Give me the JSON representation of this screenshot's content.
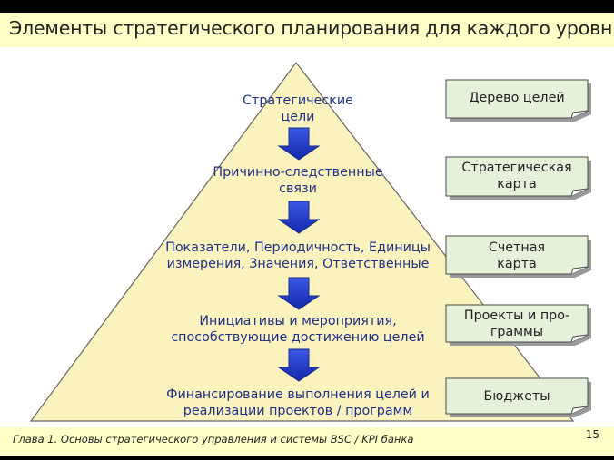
{
  "title": "Элементы стратегического планирования для каждого уровня",
  "levels": [
    {
      "line1": "Стратегические",
      "line2": "цели"
    },
    {
      "line1": "Причинно-следственные",
      "line2": "связи"
    },
    {
      "line1": "Показатели, Периодичность, Единицы",
      "line2": "измерения, Значения, Ответственные"
    },
    {
      "line1": "Инициативы и мероприятия,",
      "line2": "способствующие достижению целей"
    },
    {
      "line1": "Финансирование выполнения целей и",
      "line2": "реализации проектов / программ"
    }
  ],
  "tags": [
    {
      "line1": "Дерево целей",
      "line2": ""
    },
    {
      "line1": "Стратегическая",
      "line2": "карта"
    },
    {
      "line1": "Счетная",
      "line2": "карта"
    },
    {
      "line1": "Проекты и про-",
      "line2": "граммы"
    },
    {
      "line1": "Бюджеты",
      "line2": ""
    }
  ],
  "footer": "Глава 1. Основы стратегического управления и системы BSC / KPI банка",
  "page_number": "15",
  "colors": {
    "pyramid_fill": "#fbf3bd",
    "pyramid_stroke": "#555555",
    "level_text": "#1f2f8a",
    "arrow": "#1e3cc8",
    "note_fill": "#e6f1d9",
    "band": "#ffffc8"
  }
}
